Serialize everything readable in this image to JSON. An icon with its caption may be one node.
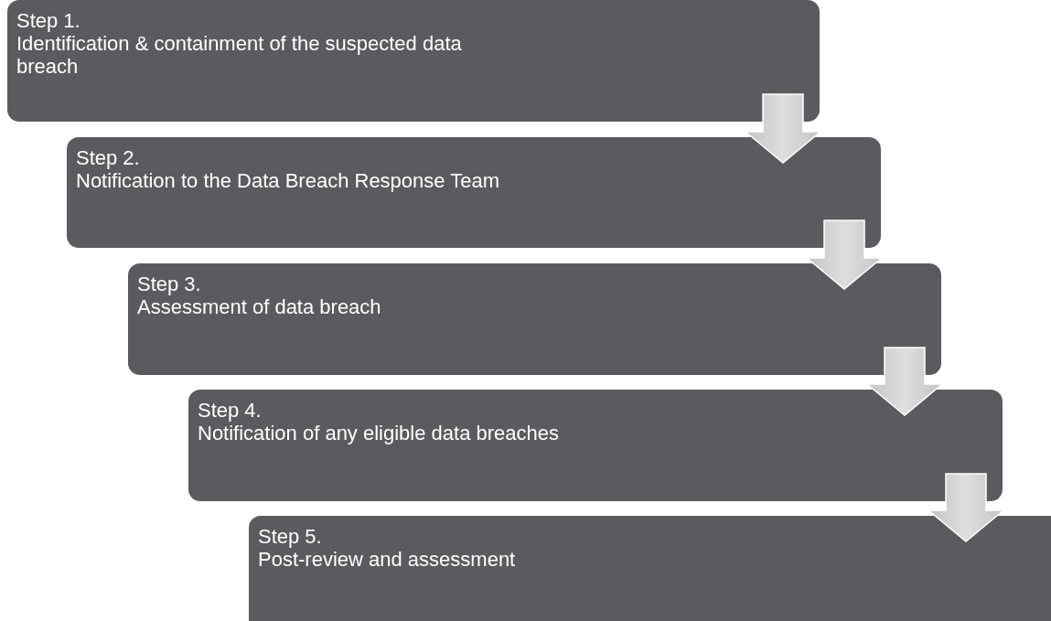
{
  "diagram": {
    "nodes": [
      {
        "text": [
          "Step 1.",
          "Identification & containment of the suspected data breach"
        ]
      },
      {
        "text": [
          "Step 2.",
          "Notification to the Data Breach Response Team"
        ]
      },
      {
        "text": [
          "Step 3.",
          "Assessment of data breach"
        ]
      },
      {
        "text": [
          "Step 4.",
          "Notification of any eligible data breaches"
        ]
      },
      {
        "text": [
          "Step 5.",
          "Post-review and assessment"
        ]
      }
    ],
    "edges": [
      {
        "from": 0,
        "to": 1,
        "arrow": "to"
      },
      {
        "from": 1,
        "to": 2,
        "arrow": "to"
      },
      {
        "from": 2,
        "to": 3,
        "arrow": "to"
      },
      {
        "from": 3,
        "to": 4,
        "arrow": "to"
      }
    ]
  }
}
